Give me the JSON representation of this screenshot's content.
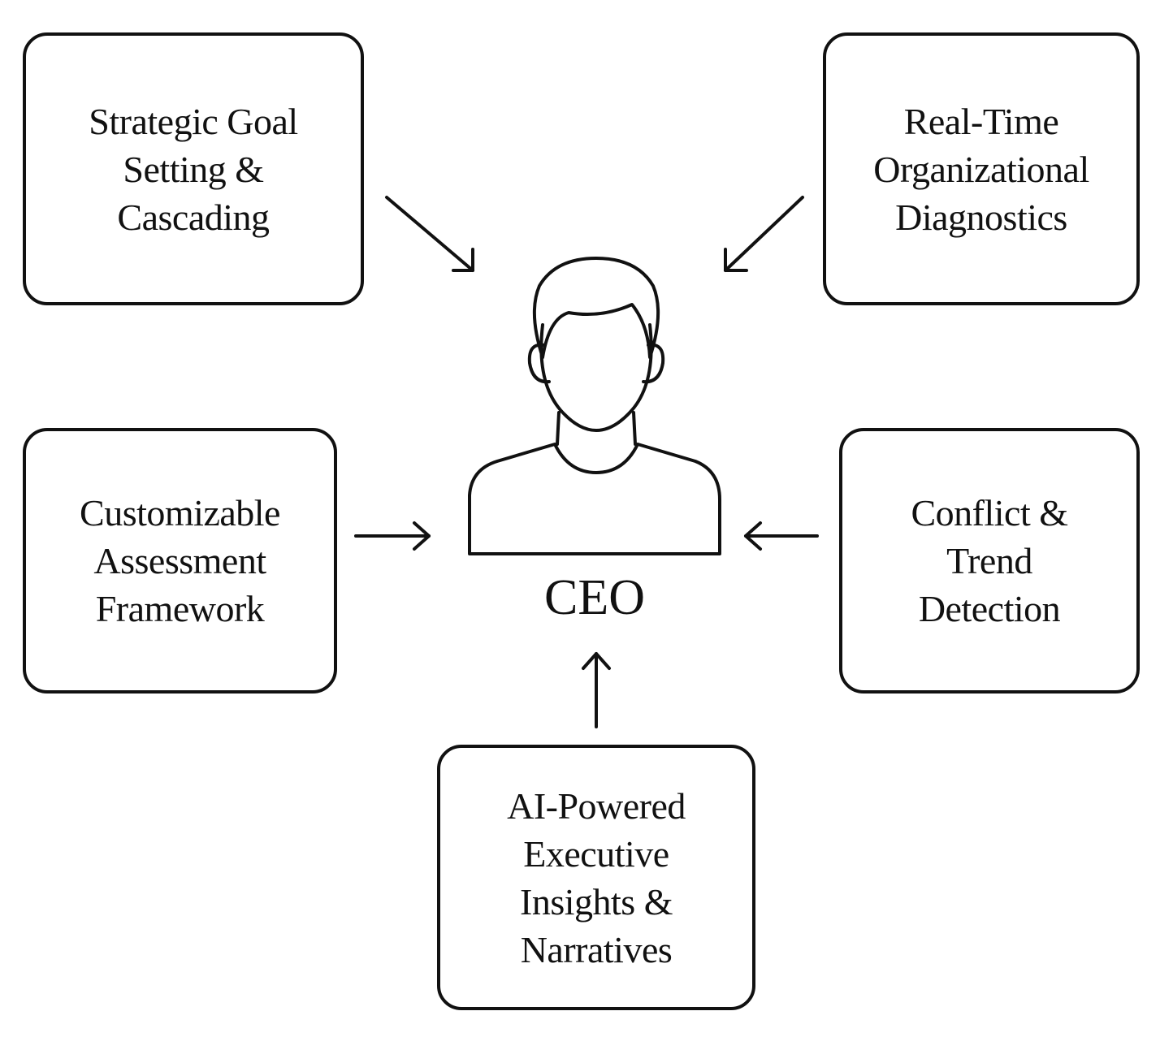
{
  "center": {
    "label": "CEO",
    "icon": "person-icon"
  },
  "boxes": {
    "goal": {
      "lines": [
        "Strategic Goal",
        "Setting &",
        "Cascading"
      ]
    },
    "diagnostics": {
      "lines": [
        "Real-Time",
        "Organizational",
        "Diagnostics"
      ]
    },
    "assessment": {
      "lines": [
        "Customizable",
        "Assessment",
        "Framework"
      ]
    },
    "conflict": {
      "lines": [
        "Conflict &",
        "Trend",
        "Detection"
      ]
    },
    "insights": {
      "lines": [
        "AI-Powered",
        "Executive",
        "Insights &",
        "Narratives"
      ]
    }
  },
  "colors": {
    "stroke": "#111111",
    "background": "#ffffff"
  }
}
